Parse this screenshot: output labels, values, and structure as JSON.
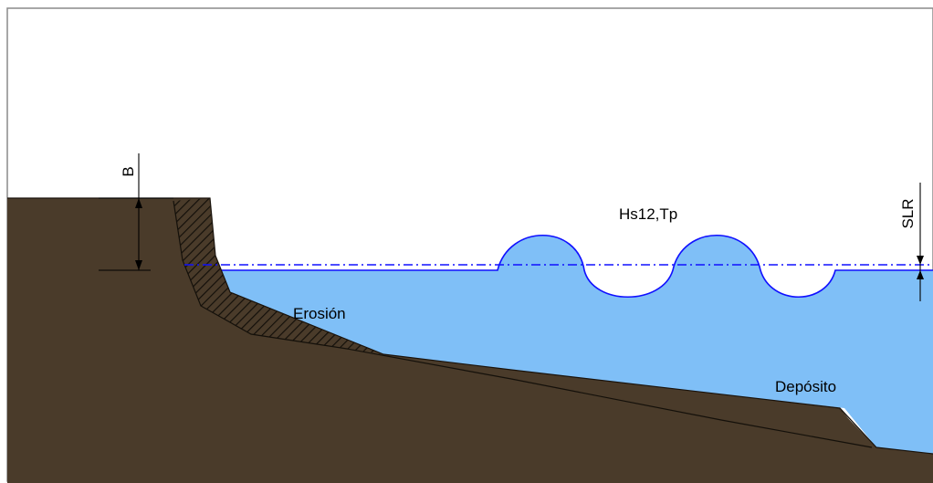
{
  "labels": {
    "berm": "B",
    "waves": "Hs12,Tp",
    "sea_level_rise": "SLR",
    "erosion": "Erosión",
    "deposit": "Depósito"
  },
  "colors": {
    "ground": "#4a3b2a",
    "water": "#7fbff7",
    "waterline": "#1010ff",
    "hatch": "#1a130c",
    "frame": "#8a8a8a"
  }
}
